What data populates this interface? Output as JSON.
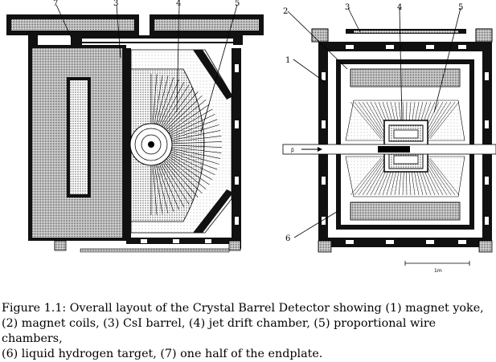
{
  "figure": {
    "side_view_labels": [
      "7",
      "3",
      "4",
      "5"
    ],
    "front_view_labels": [
      "2",
      "3",
      "4",
      "5",
      "1",
      "6"
    ],
    "beam_label": "p̅",
    "scale_label": "1m"
  },
  "caption": {
    "text": "Figure 1.1: Overall layout of the Crystal Barrel Detector showing (1) magnet yoke,\n(2) magnet coils, (3) CsI barrel, (4) jet drift chamber, (5) proportional wire chambers,\n(6) liquid hydrogen target, (7) one half of the endplate."
  }
}
